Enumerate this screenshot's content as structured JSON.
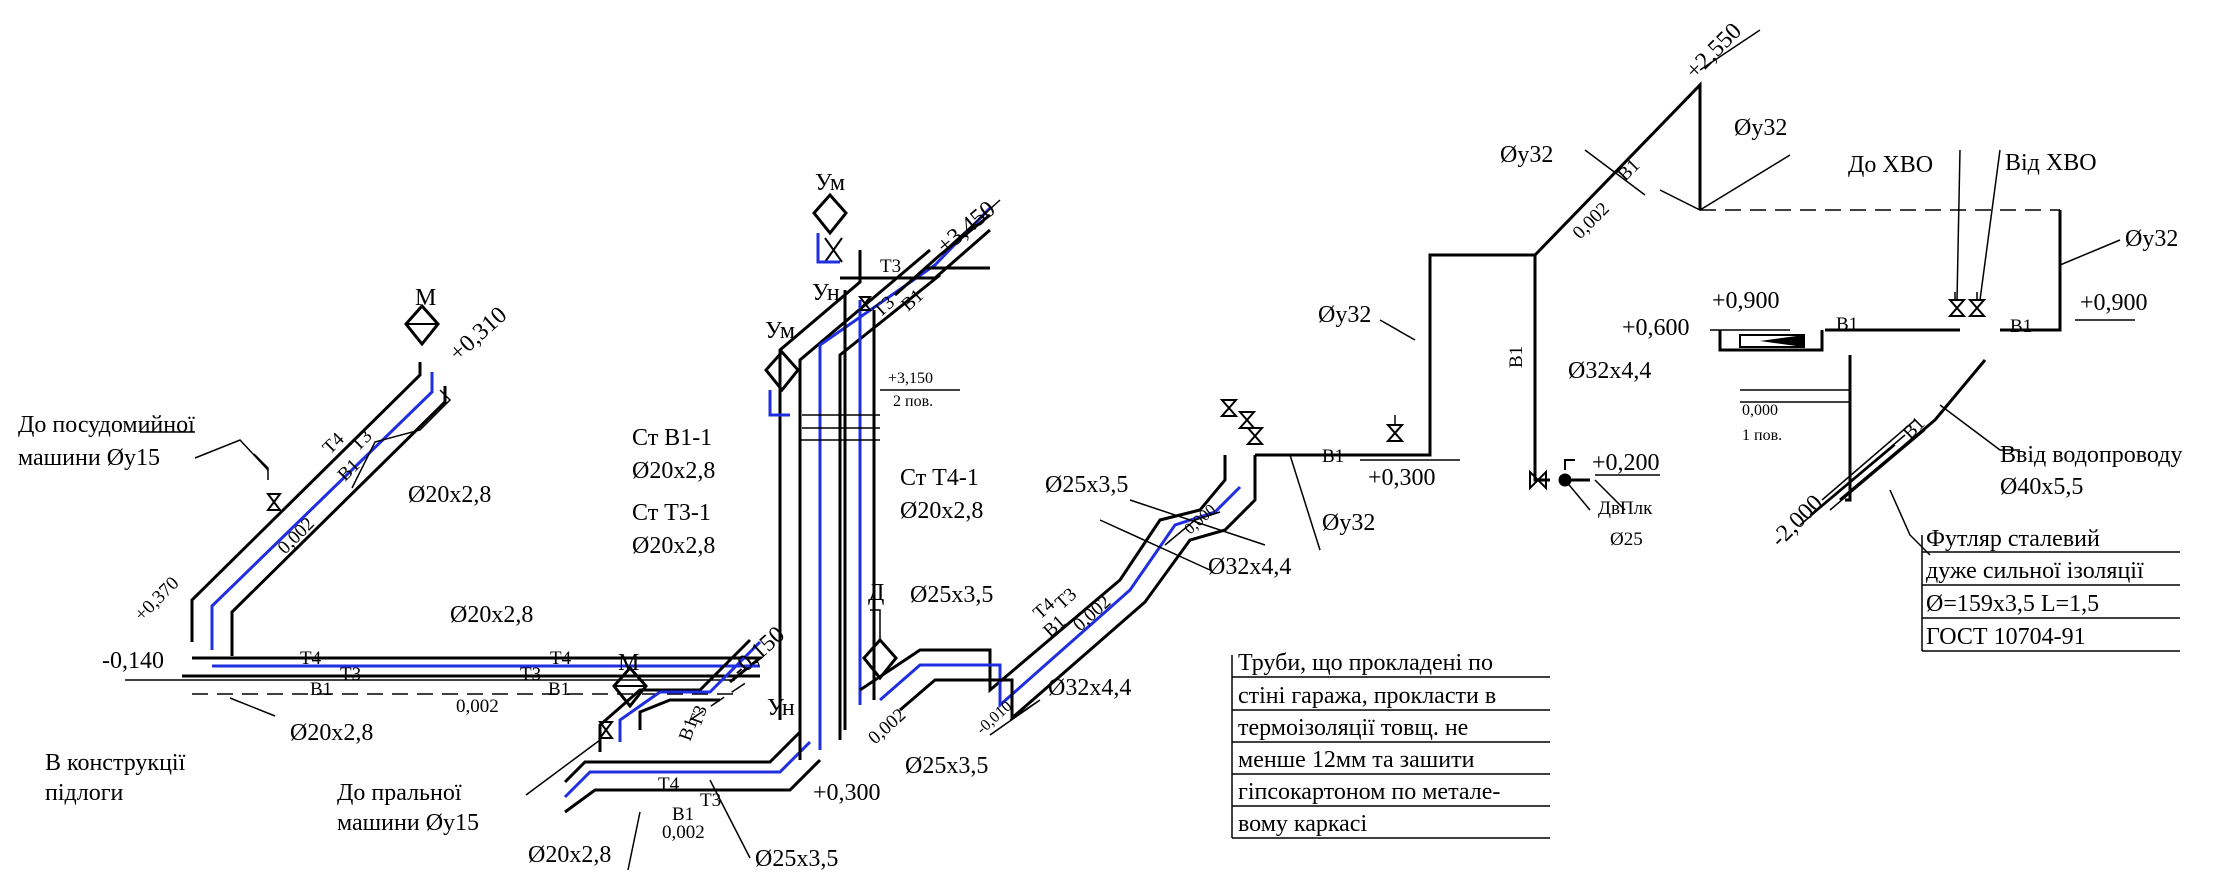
{
  "labels": {
    "m1": "М",
    "l_0310": "+0,310",
    "dish_l1": "До посудомийної",
    "dish_l2": "машини  Øу15",
    "d20_a": "Ø20x2,8",
    "l_0370": "+0,370",
    "slope_a": "0,002",
    "l_m0140": "-0,140",
    "d20_b": "Ø20x2,8",
    "d20_c": "Ø20x2,8",
    "slope_b": "0,002",
    "floor_l1": "В конструкції",
    "floor_l2": "підлоги",
    "wash_l1": "До пральної",
    "wash_l2": "машини Øу15",
    "m2": "М",
    "l_m0150": "-0,150",
    "d20_d": "Ø20x2,8",
    "slope_c": "0,002",
    "d25_a": "Ø25x3,5",
    "l_0300a": "+0,300",
    "un1": "Ун",
    "um1": "Ум",
    "um2": "Ум",
    "un2": "Ун",
    "l_3450": "+3,450",
    "l_3150": "+3,150",
    "floor2": "2 пов.",
    "stv1": "Ст В1-1",
    "stv1_d": "Ø20x2,8",
    "stt3": "Ст Т3-1",
    "stt3_d": "Ø20x2,8",
    "stt4": "Ст Т4-1",
    "stt4_d": "Ø20x2,8",
    "d_shower": "Д",
    "d25_b": "Ø25x3,5",
    "slope_d": "0,002",
    "l_m0010": "-0,010",
    "d32_a": "Ø32x4,4",
    "d25_c": "Ø25x3,5",
    "l_0000a": "0,000",
    "d32_b": "Ø32x4,4",
    "slope_e": "0,002",
    "dy32_a": "Øу32",
    "l_0300b": "+0,300",
    "dy32_b": "Øу32",
    "dy32_c": "Øу32",
    "slope_f": "0,002",
    "l_2550": "+2,550",
    "dy32_d": "Øу32",
    "d32_c": "Ø32x4,4",
    "l_0200": "+0,200",
    "dvplk": "ДвПлк",
    "dvplk_d": "Ø25",
    "to_hvo": "До ХВО",
    "from_hvo": "Від ХВО",
    "dy32_e": "Øу32",
    "l_0900a": "+0,900",
    "l_0900b": "+0,900",
    "l_0600": "+0,600",
    "l_0000b": "0,000",
    "floor1": "1 пов.",
    "l_m2000": "-2,000",
    "inlet": "Ввід водопроводу",
    "inlet_d": "Ø40x5,5"
  },
  "pipe_codes": {
    "t4": "Т4",
    "t3": "Т3",
    "b1": "В1"
  },
  "note_pipes": [
    "Труби, що прокладені по",
    "стіні гаража, прокласти в",
    "термоізоляції товщ. не",
    "менше 12мм та зашити",
    "гіпсокартоном по метале-",
    "вому каркасі"
  ],
  "note_sleeve": [
    "Футляр сталевий",
    "дуже сильної ізоляції",
    "Ø=159x3,5     L=1,5",
    "ГОСТ 10704-91"
  ],
  "colors": {
    "hot_water_line": "#1f2fe0",
    "line": "#000000"
  }
}
